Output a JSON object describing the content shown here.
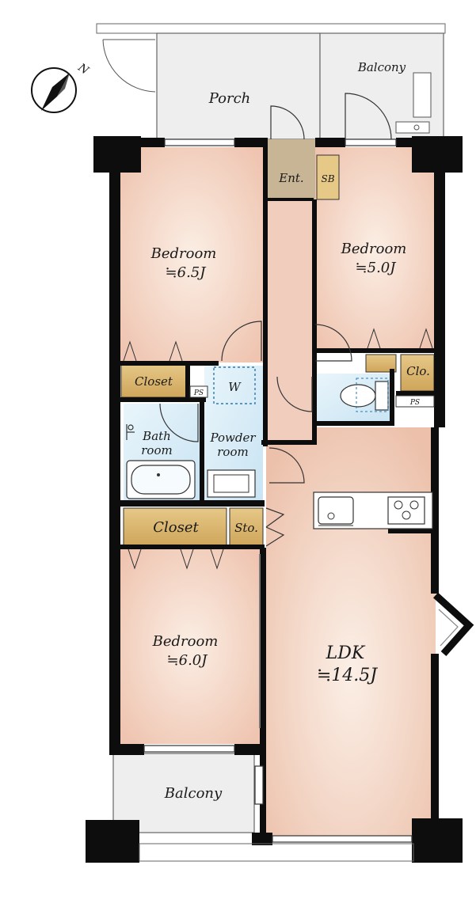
{
  "labels": {
    "porch": "Porch",
    "balcony_top": "Balcony",
    "entrance": "Ent.",
    "shoe_box": "SB",
    "bedroom1_name": "Bedroom",
    "bedroom1_size": "≒6.5J",
    "bedroom2_name": "Bedroom",
    "bedroom2_size": "≒5.0J",
    "closet1": "Closet",
    "ps1": "PS",
    "washer": "W",
    "closet_small": "Clo.",
    "ps2": "PS",
    "bath_line1": "Bath",
    "bath_line2": "room",
    "powder_line1": "Powder",
    "powder_line2": "room",
    "closet2": "Closet",
    "storage": "Sto.",
    "bedroom3_name": "Bedroom",
    "bedroom3_size": "≒6.0J",
    "ldk_name": "LDK",
    "ldk_size": "≒14.5J",
    "balcony_bottom": "Balcony"
  },
  "compass": {
    "north_label": "N",
    "icon": "compass-north-icon"
  },
  "colors": {
    "wall": "#0d0d0d",
    "room_floor": "#f2ccba",
    "room_floor_center": "#fbeee4",
    "closet": "#d8b36a",
    "entrance": "#c7b596",
    "bath": "#d6ecf7",
    "outdoor": "#eeeeee"
  }
}
